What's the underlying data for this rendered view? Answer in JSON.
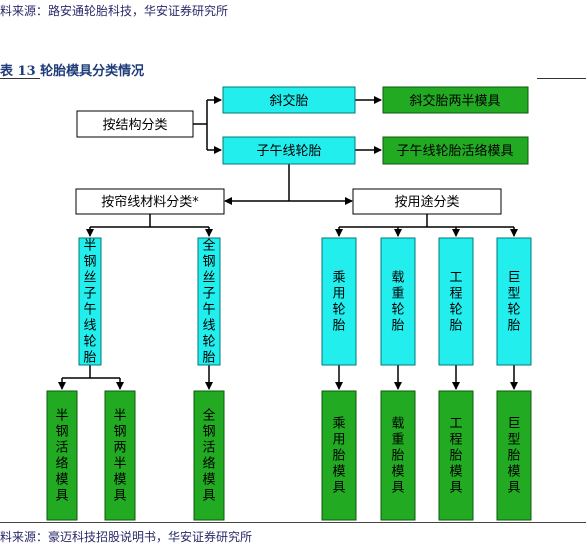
{
  "source_top": "料来源：路安通轮胎科技，华安证券研究所",
  "table_title": "表 13  轮胎模具分类情况",
  "source_bottom": "料来源：豪迈科技招股说明书，华安证券研究所",
  "diagram": {
    "by_structure": "按结构分类",
    "bias_tire": "斜交胎",
    "bias_mold": "斜交胎两半模具",
    "radial_tire": "子午线轮胎",
    "radial_mold": "子午线轮胎活络模具",
    "by_cord": "按帘线材料分类*",
    "by_use": "按用途分类",
    "semi_steel": "半钢丝子午线轮胎",
    "all_steel": "全钢丝子午线轮胎",
    "passenger_tire": "乘用轮胎",
    "truck_tire": "载重轮胎",
    "engineering_tire": "工程轮胎",
    "giant_tire": "巨型轮胎",
    "semi_steel_segmented_mold": "半钢活络模具",
    "semi_steel_two_piece_mold": "半钢两半模具",
    "all_steel_segmented_mold": "全钢活络模具",
    "passenger_mold": "乘用胎模具",
    "truck_mold": "载重胎模具",
    "engineering_mold": "工程胎模具",
    "giant_mold": "巨型胎模具"
  }
}
